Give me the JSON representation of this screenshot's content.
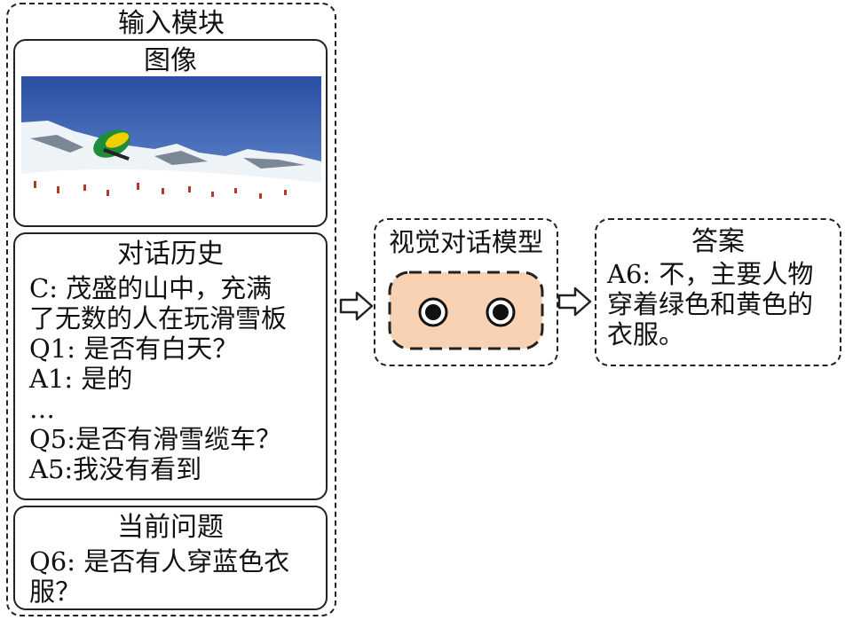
{
  "input_module": {
    "title": "输入模块",
    "image_panel": {
      "title": "图像"
    },
    "history_panel": {
      "title": "对话历史",
      "lines": [
        "C: 茂盛的山中，充满",
        "了无数的人在玩滑雪板",
        "Q1: 是否有白天？",
        "A1: 是的",
        "…",
        "Q5:是否有滑雪缆车？",
        "A5:我没有看到"
      ]
    },
    "question_panel": {
      "title": "当前问题",
      "lines": [
        "Q6: 是否有人穿蓝色衣",
        "服？"
      ]
    }
  },
  "model": {
    "title": "视觉对话模型",
    "face_color": "#f9d2b4"
  },
  "answer": {
    "title": "答案",
    "lines": [
      "A6: 不，主要人物",
      "穿着绿色和黄色的",
      "衣服。"
    ]
  }
}
